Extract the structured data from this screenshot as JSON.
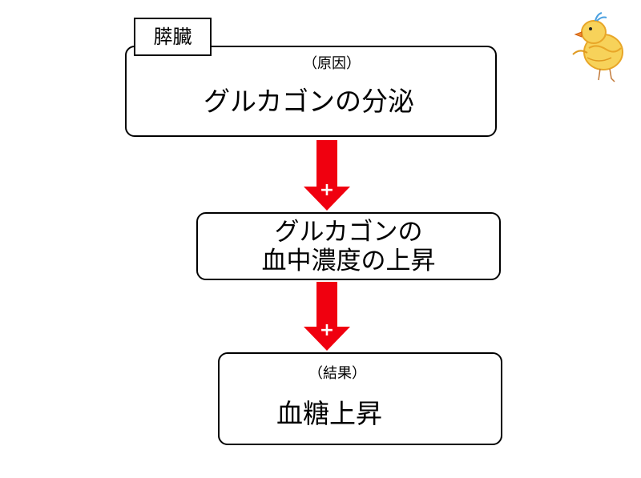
{
  "organ_label": "膵臓",
  "cause": {
    "tag": "（原因）",
    "text": "グルカゴンの分泌"
  },
  "middle": {
    "line1": "グルカゴンの",
    "line2": "血中濃度の上昇"
  },
  "result": {
    "tag": "（結果）",
    "text": "血糖上昇"
  },
  "arrows": [
    {
      "sign": "+"
    },
    {
      "sign": "+"
    }
  ],
  "colors": {
    "arrow": "#f0000f",
    "border": "#000000",
    "background": "#ffffff"
  },
  "decoration": {
    "icon": "chick-icon"
  }
}
